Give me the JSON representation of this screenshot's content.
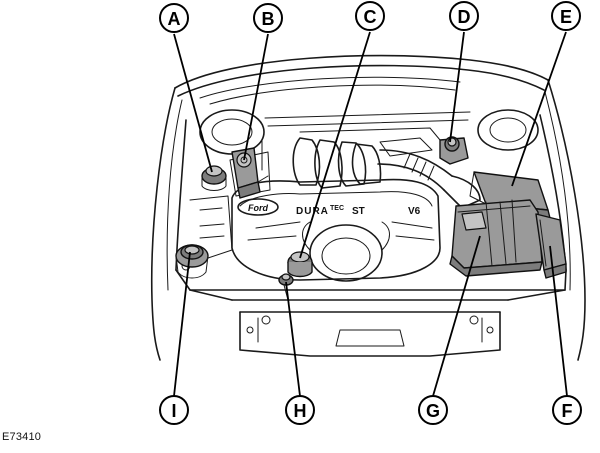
{
  "figure": {
    "code": "E73410",
    "engine_badge": {
      "brand": "Ford",
      "line1_a": "DURA",
      "line1_b": "TEC",
      "line1_c": "ST",
      "line1_d": "V6"
    }
  },
  "callouts": [
    {
      "id": "A",
      "label": "A"
    },
    {
      "id": "B",
      "label": "B"
    },
    {
      "id": "C",
      "label": "C"
    },
    {
      "id": "D",
      "label": "D"
    },
    {
      "id": "E",
      "label": "E"
    },
    {
      "id": "F",
      "label": "F"
    },
    {
      "id": "G",
      "label": "G"
    },
    {
      "id": "H",
      "label": "H"
    },
    {
      "id": "I",
      "label": "I"
    }
  ]
}
